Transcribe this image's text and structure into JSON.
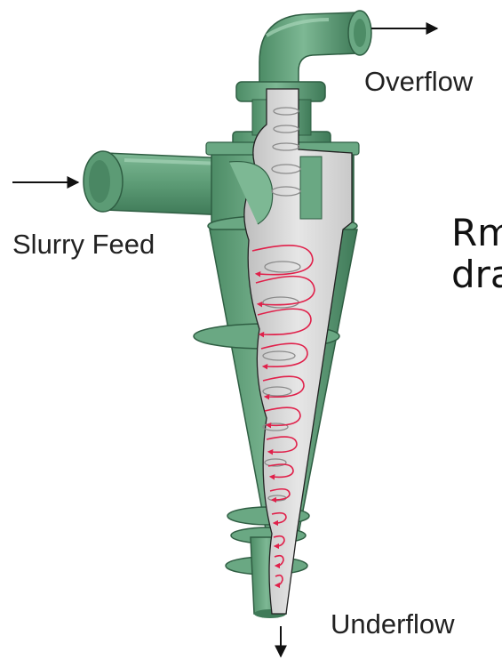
{
  "labels": {
    "overflow": "Overflow",
    "slurry_feed": "Slurry Feed",
    "underflow": "Underflow"
  },
  "slide_text": {
    "line1": "Rm",
    "line2": "dra"
  },
  "colors": {
    "body_green": "#5f9e78",
    "body_dark_green": "#3e7a57",
    "body_light_green": "#8fc4a3",
    "interior_grey": "#d9d9d9",
    "flow_spiral_red": "#e0204a",
    "flow_spiral_grey": "#8a8a8a",
    "arrow_black": "#111111",
    "background": "#ffffff"
  },
  "icons": {
    "overflow_arrow": "arrow-right-icon",
    "feed_arrow": "arrow-right-icon",
    "underflow_arrow": "arrow-down-icon"
  }
}
